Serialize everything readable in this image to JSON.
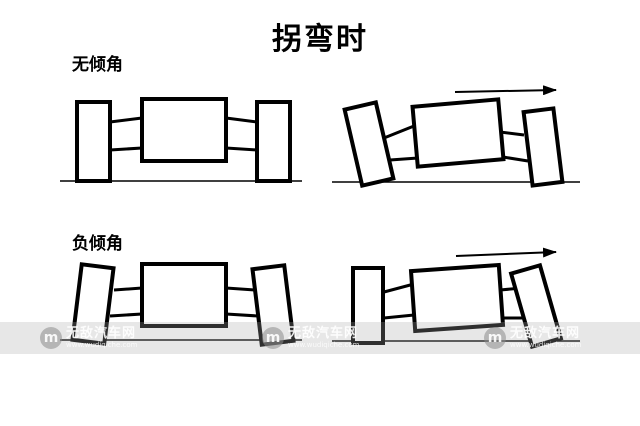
{
  "title": "拐弯时",
  "labels": {
    "no_camber": "无倾角",
    "negative_camber": "负倾角"
  },
  "watermark": {
    "name": "无敌汽车网",
    "logo_letter": "m",
    "subtitle": "www.wudiqiche.com"
  },
  "colors": {
    "stroke": "#000000",
    "background": "#ffffff",
    "watermark_band": "#aaaaaa"
  }
}
